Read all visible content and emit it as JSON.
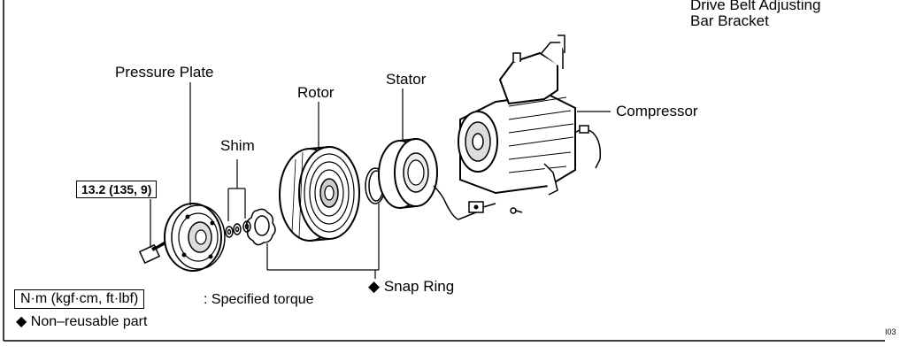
{
  "labels": {
    "bracket_line1": "Drive Belt Adjusting",
    "bracket_line2": "Bar Bracket",
    "pressure_plate": "Pressure Plate",
    "rotor": "Rotor",
    "stator": "Stator",
    "compressor": "Compressor",
    "shim": "Shim",
    "snap_ring": "Snap Ring",
    "torque_value": "13.2 (135, 9)"
  },
  "legend": {
    "torque_units": "N·m (kgf·cm, ft·lbf)",
    "torque_desc": ": Specified torque",
    "nonreusable_symbol": "◆",
    "nonreusable_desc": "Non–reusable part"
  },
  "snap_ring_symbol": "◆",
  "figure_code": "I03"
}
